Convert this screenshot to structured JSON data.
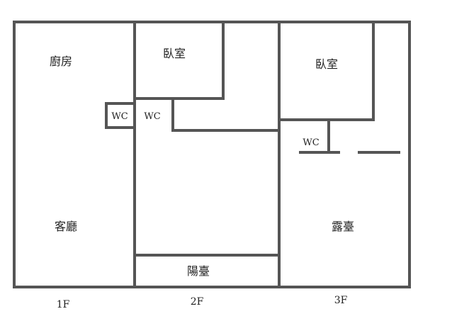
{
  "plan": {
    "floors": [
      {
        "label": "1F",
        "rooms": [
          "廚房",
          "WC",
          "客廳"
        ]
      },
      {
        "label": "2F",
        "rooms": [
          "臥室",
          "WC",
          "陽臺"
        ]
      },
      {
        "label": "3F",
        "rooms": [
          "臥室",
          "WC",
          "露臺"
        ]
      }
    ],
    "wall_color": "#555555",
    "background_color": "#ffffff"
  }
}
